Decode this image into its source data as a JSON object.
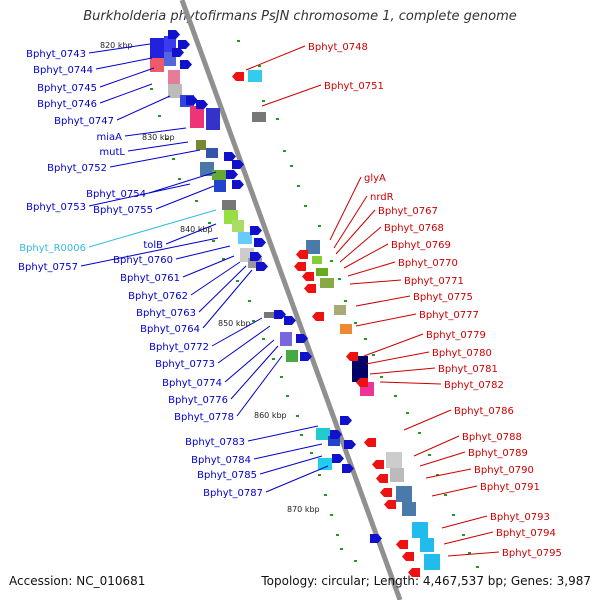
{
  "title": "Burkholderia phytofirmans PsJN chromosome 1, complete genome",
  "accession": "Accession: NC_010681",
  "summary": "Topology: circular; Length: 4,467,537 bp; Genes: 3,987",
  "colors": {
    "forward_label": "#0000cc",
    "reverse_label": "#cc0000",
    "rna_label": "#33bbdd",
    "backbone": "#909090",
    "tick": "#229922"
  },
  "ruler": [
    "820 kbp",
    "830 kbp",
    "840 kbp",
    "850 kbp",
    "860 kbp",
    "870 kbp"
  ],
  "left_labels": [
    "Bphyt_0743",
    "Bphyt_0744",
    "Bphyt_0745",
    "Bphyt_0746",
    "Bphyt_0747",
    "miaA",
    "mutL",
    "Bphyt_0752",
    "Bphyt_0754",
    "Bphyt_0753",
    "Bphyt_0755",
    "Bphyt_R0006",
    "tolB",
    "Bphyt_0757",
    "Bphyt_0760",
    "Bphyt_0761",
    "Bphyt_0762",
    "Bphyt_0763",
    "Bphyt_0764",
    "Bphyt_0772",
    "Bphyt_0773",
    "Bphyt_0774",
    "Bphyt_0776",
    "Bphyt_0778",
    "Bphyt_0783",
    "Bphyt_0784",
    "Bphyt_0785",
    "Bphyt_0787"
  ],
  "right_labels": [
    "Bphyt_0748",
    "Bphyt_0751",
    "glyA",
    "nrdR",
    "Bphyt_0767",
    "Bphyt_0768",
    "Bphyt_0769",
    "Bphyt_0770",
    "Bphyt_0771",
    "Bphyt_0775",
    "Bphyt_0777",
    "Bphyt_0779",
    "Bphyt_0780",
    "Bphyt_0781",
    "Bphyt_0782",
    "Bphyt_0786",
    "Bphyt_0788",
    "Bphyt_0789",
    "Bphyt_0790",
    "Bphyt_0791",
    "Bphyt_0793",
    "Bphyt_0794",
    "Bphyt_0795"
  ]
}
